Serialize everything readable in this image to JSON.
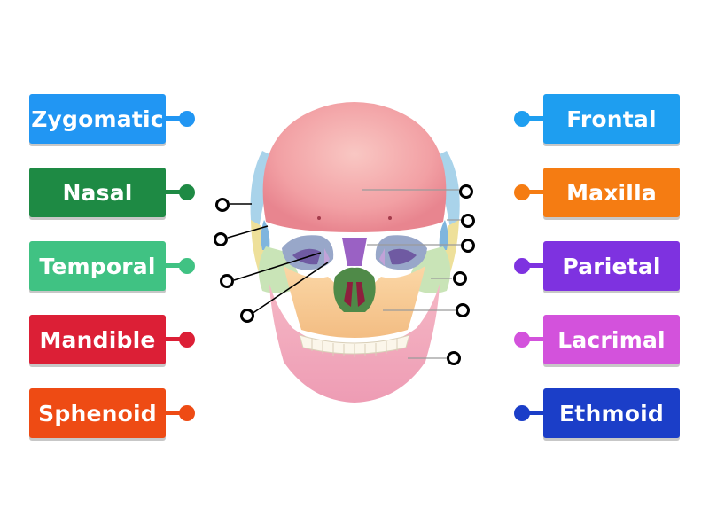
{
  "labels_left": [
    {
      "text": "Zygomatic",
      "color": "#2196f3",
      "pin": "#2196f3"
    },
    {
      "text": "Nasal",
      "color": "#1e8a44",
      "pin": "#1e8a44"
    },
    {
      "text": "Temporal",
      "color": "#40c283",
      "pin": "#40c283"
    },
    {
      "text": "Mandible",
      "color": "#dc1f36",
      "pin": "#dc1f36"
    },
    {
      "text": "Sphenoid",
      "color": "#ee4b14",
      "pin": "#ee4b14"
    }
  ],
  "labels_right": [
    {
      "text": "Frontal",
      "color": "#1e9ef0",
      "pin": "#1e9ef0"
    },
    {
      "text": "Maxilla",
      "color": "#f57c12",
      "pin": "#f57c12"
    },
    {
      "text": "Parietal",
      "color": "#7e32e0",
      "pin": "#7e32e0"
    },
    {
      "text": "Lacrimal",
      "color": "#d352dc",
      "pin": "#d352dc"
    },
    {
      "text": "Ethmoid",
      "color": "#1b3ec8",
      "pin": "#1b3ec8"
    }
  ],
  "image": {
    "subject": "skull-anterior-view"
  }
}
